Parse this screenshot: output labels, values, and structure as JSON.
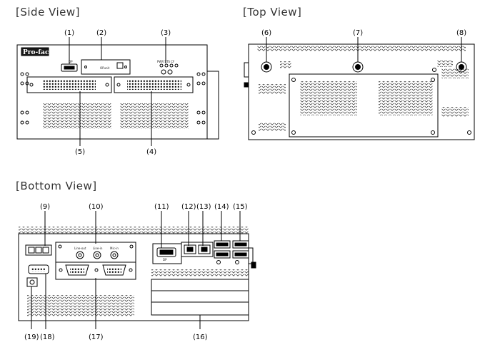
{
  "titles": {
    "side": "[Side View]",
    "top": "[Top View]",
    "bottom": "[Bottom View]"
  },
  "callouts": {
    "c1": "(1)",
    "c2": "(2)",
    "c3": "(3)",
    "c4": "(4)",
    "c5": "(5)",
    "c6": "(6)",
    "c7": "(7)",
    "c8": "(8)",
    "c9": "(9)",
    "c10": "(10)",
    "c11": "(11)",
    "c12": "(12)",
    "c13": "(13)",
    "c14": "(14)",
    "c15": "(15)",
    "c16": "(16)",
    "c17": "(17)",
    "c18": "(18)",
    "c19": "(19)"
  },
  "logo": "Pro-face",
  "colors": {
    "line": "#000000",
    "panel": "#ffffff",
    "logo_bg": "#1a1a1a"
  }
}
